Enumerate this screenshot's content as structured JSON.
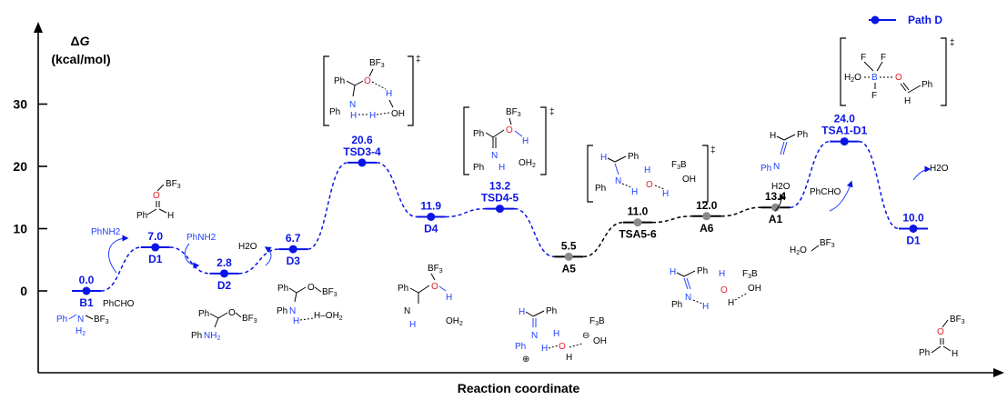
{
  "chart_data": {
    "type": "line",
    "xlabel": "Reaction coordinate",
    "ylabel_prefix": "Δ",
    "ylabel_var": "G",
    "ylabel_unit": "(kcal/mol)",
    "ylim": [
      -13.5,
      43
    ],
    "yticks": [
      0,
      10,
      20,
      30
    ],
    "legend": {
      "position": "top-right",
      "entries": [
        {
          "name": "Path D",
          "color": "#0a14e6"
        }
      ]
    },
    "colors": {
      "path_d": "#0a14e6",
      "other": "#777777",
      "node_other": "#8a8a8a"
    },
    "series": [
      {
        "name": "Path D",
        "points": [
          {
            "value": 0.0,
            "value_label": "0.0",
            "name": "B1",
            "color": "#0a14e6",
            "name_pos": "below",
            "pos": 0
          },
          {
            "value": 7.0,
            "value_label": "7.0",
            "name": "D1",
            "color": "#0a14e6",
            "name_pos": "below",
            "pos": 1
          },
          {
            "value": 2.8,
            "value_label": "2.8",
            "name": "D2",
            "color": "#0a14e6",
            "name_pos": "below",
            "pos": 2
          },
          {
            "value": 6.7,
            "value_label": "6.7",
            "name": "D3",
            "color": "#0a14e6",
            "name_pos": "below",
            "pos": 3
          },
          {
            "value": 20.6,
            "value_label": "20.6",
            "name": "TSD3-4",
            "color": "#0a14e6",
            "name_pos": "above",
            "pos": 4
          },
          {
            "value": 11.9,
            "value_label": "11.9",
            "name": "D4",
            "color": "#0a14e6",
            "name_pos": "below",
            "pos": 5
          },
          {
            "value": 13.2,
            "value_label": "13.2",
            "name": "TSD4-5",
            "color": "#0a14e6",
            "name_pos": "above",
            "pos": 6
          },
          {
            "value": 5.5,
            "value_label": "5.5",
            "name": "A5",
            "color": "#000000",
            "name_pos": "below",
            "pos": 7
          },
          {
            "value": 11.0,
            "value_label": "11.0",
            "name": "TSA5-6",
            "color": "#000000",
            "name_pos": "below",
            "pos": 8
          },
          {
            "value": 12.0,
            "value_label": "12.0",
            "name": "A6",
            "color": "#000000",
            "name_pos": "below",
            "pos": 9
          },
          {
            "value": 13.4,
            "value_label": "13.4",
            "name": "A1",
            "color": "#000000",
            "name_pos": "below",
            "pos": 10
          },
          {
            "value": 24.0,
            "value_label": "24.0",
            "name": "TSA1-D1",
            "color": "#0a14e6",
            "name_pos": "above",
            "pos": 11
          },
          {
            "value": 10.0,
            "value_label": "10.0",
            "name": "D1",
            "color": "#0a14e6",
            "name_pos": "below",
            "pos": 12
          }
        ]
      }
    ],
    "annotations": {
      "phnh2_1": "PhNH2",
      "phcho_1": "PhCHO",
      "phnh2_2": "PhNH2",
      "h2o_1": "H2O",
      "h2o_2": "H2O",
      "phcho_2": "PhCHO",
      "h2o_3": "H2O",
      "dagger": "‡"
    }
  }
}
